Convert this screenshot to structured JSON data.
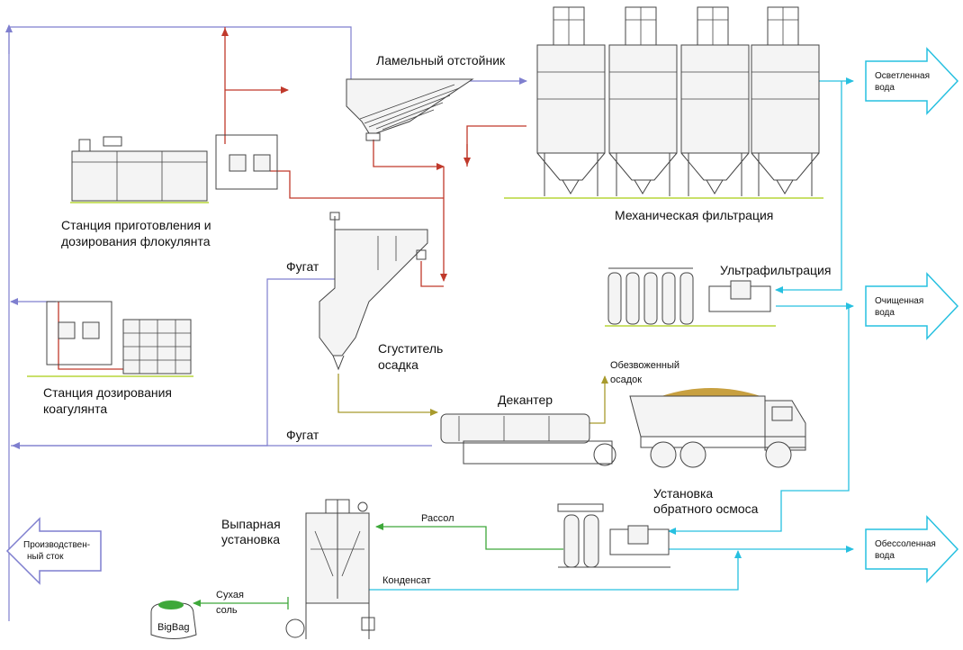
{
  "colors": {
    "blue": "#7f7fcf",
    "red": "#c0392b",
    "olive": "#a89a2c",
    "green": "#3ea83a",
    "cyan": "#27c0e0",
    "arrow_outline": "#27c0e0",
    "ground": "#c9e06a",
    "sediment": "#c8a040"
  },
  "labels": {
    "lamella": "Ламельный отстойник",
    "mech_filtration": "Механическая фильтрация",
    "flocculant_1": "Станция приготовления и",
    "flocculant_2": "дозирования флокулянта",
    "coagulant_1": "Станция дозирования",
    "coagulant_2": "коагулянта",
    "fugat_top": "Фугат",
    "fugat_bottom": "Фугат",
    "thickener_1": "Сгуститель",
    "thickener_2": "осадка",
    "decanter": "Декантер",
    "dewatered_1": "Обезвоженный",
    "dewatered_2": "осадок",
    "ultrafiltration": "Ультрафильтрация",
    "ro_1": "Установка",
    "ro_2": "обратного осмоса",
    "evaporator_1": "Выпарная",
    "evaporator_2": "установка",
    "brine": "Рассол",
    "condensate": "Конденсат",
    "dry_salt_1": "Сухая",
    "dry_salt_2": "соль",
    "bigbag": "BigBag"
  },
  "outputs": {
    "clarified_1": "Осветленная",
    "clarified_2": "вода",
    "purified_1": "Очищенная",
    "purified_2": "вода",
    "desalinated_1": "Обессоленная",
    "desalinated_2": "вода",
    "drain_1": "Производствен-",
    "drain_2": "ный сток"
  },
  "icons": [
    "lamella-settler-icon",
    "mechanical-filter-icon",
    "flocculant-station-icon",
    "coagulant-station-icon",
    "sludge-thickener-icon",
    "decanter-icon",
    "dump-truck-icon",
    "ultrafiltration-icon",
    "reverse-osmosis-icon",
    "evaporator-icon",
    "bigbag-icon"
  ]
}
